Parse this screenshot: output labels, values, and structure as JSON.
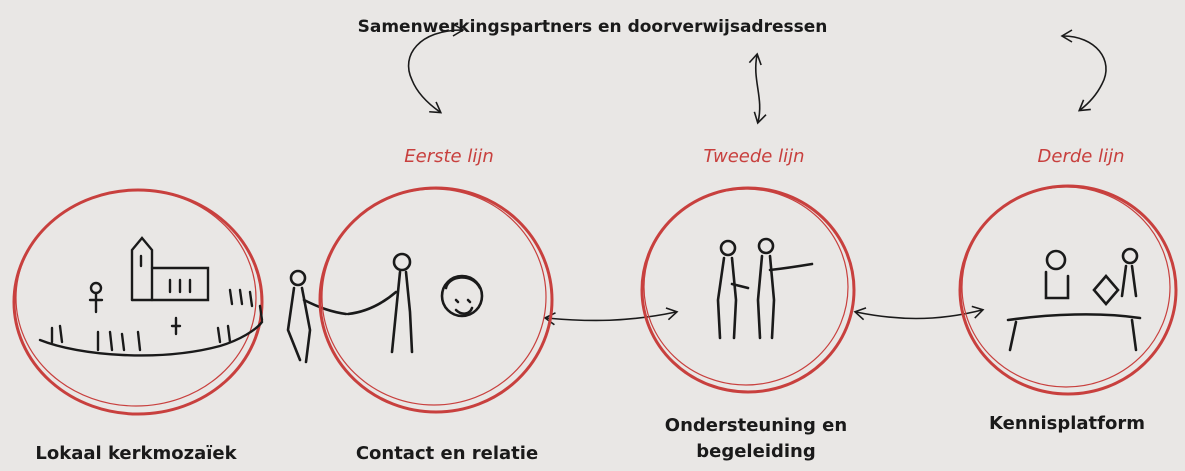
{
  "header": {
    "title": "Samenwerkingspartners en doorverwijsadressen"
  },
  "lines": [
    {
      "label": "Eerste lijn"
    },
    {
      "label": "Tweede lijn"
    },
    {
      "label": "Derde lijn"
    }
  ],
  "nodes": [
    {
      "caption": "Lokaal kerkmozaïek",
      "icon": "church-community-icon"
    },
    {
      "caption": "Contact en relatie",
      "icon": "handshake-people-icon"
    },
    {
      "caption": "Ondersteuning en begeleiding",
      "icon": "two-people-talking-icon"
    },
    {
      "caption": "Kennisplatform",
      "icon": "people-at-table-icon"
    }
  ],
  "colors": {
    "accent": "#c8403e",
    "ink": "#1a1a1a",
    "background": "#e9e7e5"
  }
}
